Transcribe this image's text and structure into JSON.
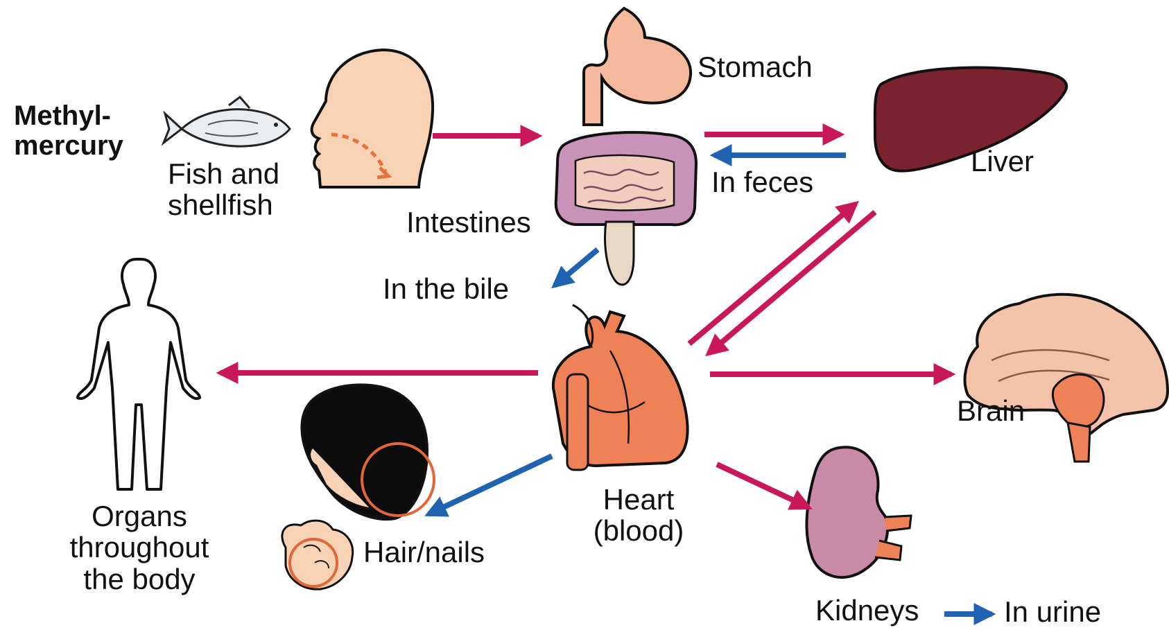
{
  "source": {
    "line1": "Methyl-",
    "line2": "mercury"
  },
  "labels": {
    "fish": {
      "line1": "Fish and",
      "line2": "shellfish"
    },
    "stomach": "Stomach",
    "intestines": "Intestines",
    "liver": "Liver",
    "in_feces": "In feces",
    "in_bile": "In the bile",
    "organs": {
      "line1": "Organs",
      "line2": "throughout",
      "line3": "the body"
    },
    "heart": {
      "line1": "Heart",
      "line2": "(blood)"
    },
    "hair_nails": "Hair/nails",
    "brain": "Brain",
    "kidneys": "Kidneys",
    "in_urine": "In urine"
  },
  "colors": {
    "intake_arrow": "#c8185a",
    "excretion_arrow": "#1f62b0",
    "stomach": "#f4b99a",
    "intestines": "#c993b8",
    "liver": "#7a2230",
    "heart": "#ee8156",
    "brain": "#f2c3a8",
    "kidney": "#c98aa6",
    "skin": "#f8d2b4",
    "hair": "#0c0c0c"
  },
  "icons": [
    "fish-icon",
    "head-icon",
    "stomach-icon",
    "intestines-icon",
    "liver-icon",
    "heart-icon",
    "brain-icon",
    "kidney-icon",
    "body-outline-icon",
    "hair-head-icon",
    "hand-nails-icon"
  ]
}
